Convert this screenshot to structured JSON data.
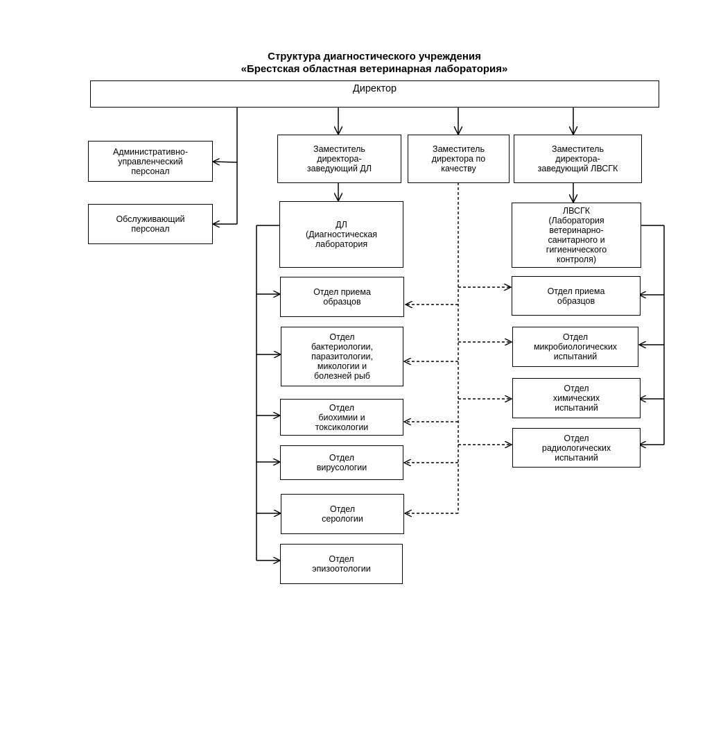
{
  "title": {
    "line1": "Структура диагностического учреждения",
    "line2": "«Брестская областная ветеринарная лаборатория»"
  },
  "nodes": {
    "director": "Директор",
    "admin_staff": "Административно-\nуправленческий\nперсонал",
    "service_staff": "Обслуживающий\nперсонал",
    "deputy_dl": "Заместитель\nдиректора-\nзаведующий ДЛ",
    "deputy_quality": "Заместитель\nдиректора по\nкачеству",
    "deputy_lvsgk": "Заместитель\nдиректора-\nзаведующий ЛВСГК",
    "dl": "ДЛ\n(Диагностическая\nлаборатория",
    "lvsgk": "ЛВСГК\n(Лаборатория\nветеринарно-\nсанитарного и\nгигиенического\nконтроля)",
    "dl_reception": "Отдел приема\nобразцов",
    "dl_bacteriology": "Отдел\nбактериологии,\nпаразитологии,\nмикологии и\nболезней рыб",
    "dl_biochemistry": "Отдел\nбиохимии и\nтоксикологии",
    "dl_virology": "Отдел\nвирусологии",
    "dl_serology": "Отдел\nсерологии",
    "dl_epizootology": "Отдел\nэпизоотологии",
    "lv_reception": "Отдел приема\nобразцов",
    "lv_microbiology": "Отдел\nмикробиологических\nиспытаний",
    "lv_chemical": "Отдел\nхимических\nиспытаний",
    "lv_radiology": "Отдел\nрадиологических\nиспытаний"
  }
}
